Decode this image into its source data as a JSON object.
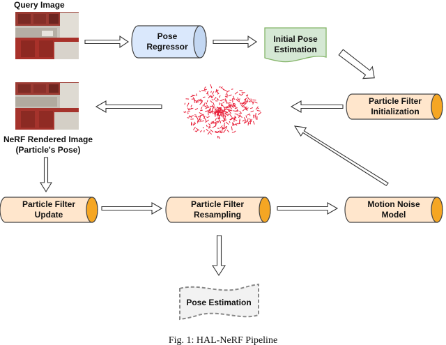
{
  "labels": {
    "query_image": "Query Image",
    "pose_regressor_1": "Pose",
    "pose_regressor_2": "Regressor",
    "initial_pose_1": "Initial Pose",
    "initial_pose_2": "Estimation",
    "pf_init_1": "Particle Filter",
    "pf_init_2": "Initialization",
    "nerf_rendered_1": "NeRF Rendered Image",
    "nerf_rendered_2": "(Particle's Pose)",
    "pf_update_1": "Particle Filter",
    "pf_update_2": "Update",
    "pf_resampling_1": "Particle Filter",
    "pf_resampling_2": "Resampling",
    "motion_noise_1": "Motion Noise",
    "motion_noise_2": "Model",
    "pose_estimation": "Pose Estimation",
    "caption": "Fig. 1: HAL-NeRF Pipeline"
  },
  "colors": {
    "pose_regressor_fill": "#dae8fc",
    "pose_regressor_stroke": "#6c8ebf",
    "initial_pose_fill": "#d5e8d4",
    "initial_pose_stroke": "#82b366",
    "pf_fill": "#ffe6cc",
    "pf_end": "#f5a623",
    "pose_est_fill": "#f2f2f2",
    "particles": "#e8213a"
  }
}
